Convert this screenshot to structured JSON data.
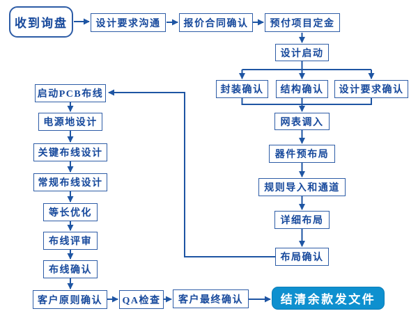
{
  "diagram": {
    "type": "flowchart",
    "language": "zh-CN",
    "colors": {
      "connector_line": "#1e55a3",
      "box_border": "#2d5ca6",
      "box_text": "#17499c",
      "end_box_fill": "#0e90cf",
      "end_box_text": "#ffffff",
      "background": "#ffffff"
    }
  },
  "nodes": [
    {
      "id": "receive-inquiry",
      "label": "收到询盘",
      "shape": "rounded-start"
    },
    {
      "id": "design-requirements-communication",
      "label": "设计要求沟通",
      "shape": "process"
    },
    {
      "id": "quotation-contract-confirmation",
      "label": "报价合同确认",
      "shape": "process"
    },
    {
      "id": "prepay-project-deposit",
      "label": "预付项目定金",
      "shape": "process"
    },
    {
      "id": "design-kickoff",
      "label": "设计启动",
      "shape": "process"
    },
    {
      "id": "footprint-confirmation",
      "label": "封装确认",
      "shape": "process"
    },
    {
      "id": "structure-confirmation",
      "label": "结构确认",
      "shape": "process"
    },
    {
      "id": "design-requirements-confirmation",
      "label": "设计要求确认",
      "shape": "process"
    },
    {
      "id": "netlist-import",
      "label": "网表调入",
      "shape": "process"
    },
    {
      "id": "component-pre-placement",
      "label": "器件预布局",
      "shape": "process"
    },
    {
      "id": "rules-import-and-channels",
      "label": "规则导入和通道",
      "shape": "process"
    },
    {
      "id": "detailed-placement",
      "label": "详细布局",
      "shape": "process"
    },
    {
      "id": "placement-confirmation",
      "label": "布局确认",
      "shape": "process"
    },
    {
      "id": "start-pcb-routing",
      "label": "启动PCB布线",
      "shape": "process"
    },
    {
      "id": "power-ground-design",
      "label": "电源地设计",
      "shape": "process"
    },
    {
      "id": "critical-routing-design",
      "label": "关键布线设计",
      "shape": "process"
    },
    {
      "id": "general-routing-design",
      "label": "常规布线设计",
      "shape": "process"
    },
    {
      "id": "length-matching-optimization",
      "label": "等长优化",
      "shape": "process"
    },
    {
      "id": "routing-review",
      "label": "布线评审",
      "shape": "process"
    },
    {
      "id": "routing-confirmation",
      "label": "布线确认",
      "shape": "process"
    },
    {
      "id": "client-principle-confirmation",
      "label": "客户原则确认",
      "shape": "process"
    },
    {
      "id": "qa-check",
      "label": "QA检查",
      "shape": "process"
    },
    {
      "id": "client-final-confirmation",
      "label": "客户最终确认",
      "shape": "process"
    },
    {
      "id": "settle-balance-send-files",
      "label": "结清余款发文件",
      "shape": "rounded-end"
    }
  ],
  "edges": [
    {
      "from": "receive-inquiry",
      "to": "design-requirements-communication"
    },
    {
      "from": "design-requirements-communication",
      "to": "quotation-contract-confirmation"
    },
    {
      "from": "quotation-contract-confirmation",
      "to": "prepay-project-deposit"
    },
    {
      "from": "prepay-project-deposit",
      "to": "design-kickoff"
    },
    {
      "from": "design-kickoff",
      "to": "footprint-confirmation"
    },
    {
      "from": "design-kickoff",
      "to": "structure-confirmation"
    },
    {
      "from": "design-kickoff",
      "to": "design-requirements-confirmation"
    },
    {
      "from": "footprint-confirmation",
      "to": "netlist-import"
    },
    {
      "from": "structure-confirmation",
      "to": "netlist-import"
    },
    {
      "from": "design-requirements-confirmation",
      "to": "netlist-import"
    },
    {
      "from": "netlist-import",
      "to": "component-pre-placement"
    },
    {
      "from": "component-pre-placement",
      "to": "rules-import-and-channels"
    },
    {
      "from": "rules-import-and-channels",
      "to": "detailed-placement"
    },
    {
      "from": "detailed-placement",
      "to": "placement-confirmation"
    },
    {
      "from": "placement-confirmation",
      "to": "start-pcb-routing"
    },
    {
      "from": "start-pcb-routing",
      "to": "power-ground-design"
    },
    {
      "from": "power-ground-design",
      "to": "critical-routing-design"
    },
    {
      "from": "critical-routing-design",
      "to": "general-routing-design"
    },
    {
      "from": "general-routing-design",
      "to": "length-matching-optimization"
    },
    {
      "from": "length-matching-optimization",
      "to": "routing-review"
    },
    {
      "from": "routing-review",
      "to": "routing-confirmation"
    },
    {
      "from": "routing-confirmation",
      "to": "client-principle-confirmation"
    },
    {
      "from": "client-principle-confirmation",
      "to": "qa-check"
    },
    {
      "from": "qa-check",
      "to": "client-final-confirmation"
    },
    {
      "from": "client-final-confirmation",
      "to": "settle-balance-send-files"
    }
  ]
}
